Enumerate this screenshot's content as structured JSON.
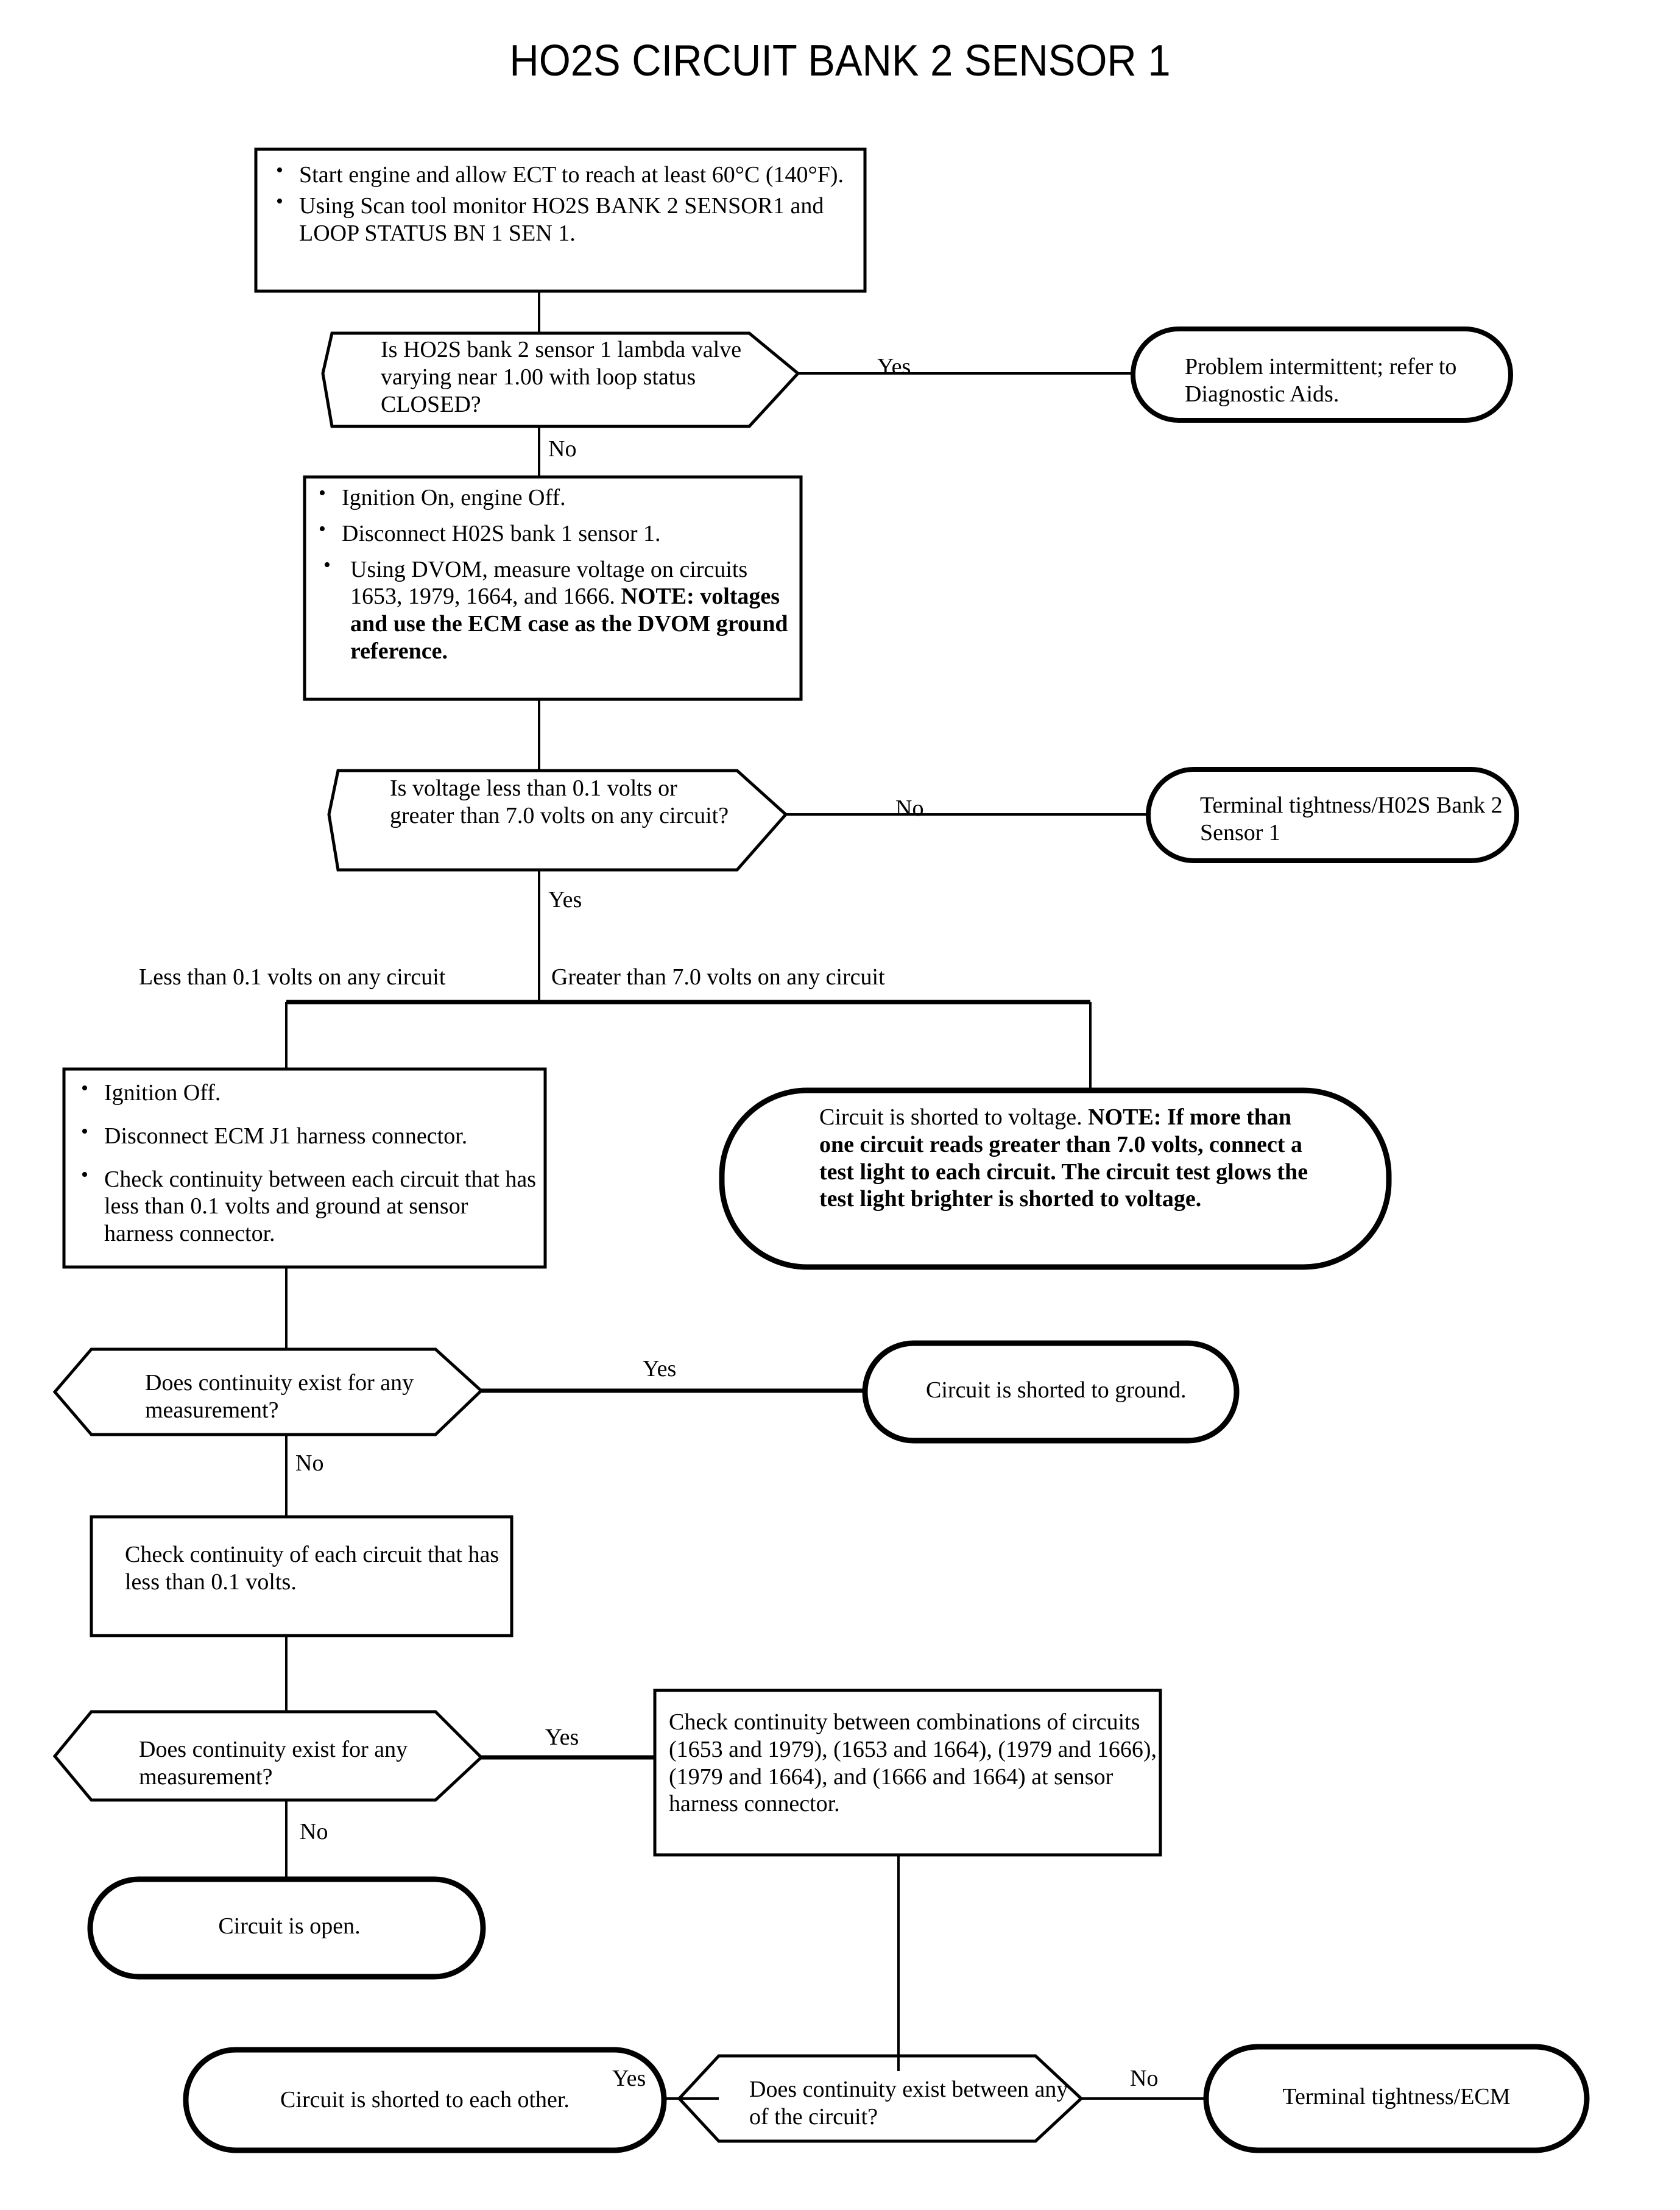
{
  "title": "HO2S CIRCUIT BANK 2 SENSOR 1",
  "nodes": {
    "start_box": {
      "type": "process",
      "bullets": [
        "Start engine and allow ECT to reach at least 60°C (140°F).",
        "Using Scan tool monitor HO2S BANK 2 SENSOR1 and  LOOP STATUS BN 1 SEN 1."
      ],
      "lines": [
        "Start engine and allow ECT to reach at least",
        "60°C (140°F).",
        "Using Scan tool monitor HO2S BANK 2 SENSOR1",
        "and  LOOP STATUS BN 1 SEN 1."
      ]
    },
    "q1": {
      "type": "decision",
      "text": "Is HO2S bank 2 sensor 1 lambda valve varying near 1.00 with loop status CLOSED?",
      "lines": [
        "Is HO2S bank 2 sensor 1 lambda",
        "valve varying near 1.00 with",
        "loop status CLOSED?"
      ]
    },
    "intermittent": {
      "type": "terminator",
      "text": "Problem intermittent; refer to Diagnostic Aids.",
      "lines": [
        "Problem intermittent;",
        "refer to Diagnostic Aids."
      ]
    },
    "step2_box": {
      "type": "process",
      "bullets": [
        "Ignition On, engine Off.",
        "Disconnect H02S bank 1 sensor 1.",
        "Using DVOM, measure voltage on circuits 1653, 1979, 1664, and 1666. NOTE: voltages and use the ECM case as the DVOM ground reference."
      ],
      "lines_plain": [
        "Using DVOM, measure voltage on",
        "circuits 1653, 1979, 1664, and 1666."
      ],
      "lines_bold": [
        "NOTE: voltages and use the ECM case",
        "as the DVOM ground reference."
      ]
    },
    "q2": {
      "type": "decision",
      "text": "Is voltage less than 0.1 volts or greater than 7.0 volts on any circuit?",
      "lines": [
        "Is voltage less than 0.1 volts",
        "or greater than 7.0 volts on any",
        "circuit?"
      ]
    },
    "terminal_h02s": {
      "type": "terminator",
      "text": "Terminal tightness/H02S Bank 2 Sensor 1",
      "lines": [
        "Terminal tightness/H02S",
        "Bank 2 Sensor 1"
      ]
    },
    "ignition_off_box": {
      "type": "process",
      "bullets": [
        "Ignition Off.",
        "Disconnect ECM J1 harness connector.",
        "Check continuity between each circuit that has less than 0.1 volts and ground at sensor harness connector."
      ],
      "lines_b3": [
        "Check continuity between each circuit",
        "that has less than 0.1 volts and ground",
        "at sensor harness connector."
      ]
    },
    "shorted_voltage": {
      "type": "terminator",
      "text": "Circuit is shorted to voltage. NOTE: If more than one circuit reads greater than 7.0 volts, connect a test light to each circuit.  The circuit test glows the test light brighter is shorted to voltage.",
      "lead_plain": "Circuit is shorted to voltage. ",
      "lines_bold": [
        "NOTE: If more",
        "than one circuit reads greater than 7.0 volts,",
        "connect a test light to each circuit.  The circuit",
        "test glows the test light brighter is shorted to",
        "voltage."
      ]
    },
    "q3": {
      "type": "decision",
      "text": "Does continuity exist for any measurement?",
      "lines": [
        "Does continuity exist for any",
        "measurement?"
      ]
    },
    "shorted_ground": {
      "type": "terminator",
      "text": "Circuit is shorted to ground."
    },
    "check_cont_box": {
      "type": "process",
      "text": "Check continuity of each circuit that has less than 0.1 volts.",
      "lines": [
        "Check continuity of each circuit",
        "that has less than 0.1 volts."
      ]
    },
    "q4": {
      "type": "decision",
      "text": "Does continuity exist for any measurement?",
      "lines": [
        "Does continuity exist for any",
        "measurement?"
      ]
    },
    "combinations_box": {
      "type": "process",
      "text": "Check continuity between combinations of circuits (1653 and 1979), (1653 and 1664), (1979 and 1666), (1979 and 1664), and (1666 and 1664) at sensor harness connector.",
      "lines": [
        "Check continuity between combinations",
        "of circuits (1653 and 1979), (1653 and 1664),",
        "(1979 and 1666), (1979 and 1664), and (1666",
        "and 1664) at sensor harness connector."
      ]
    },
    "circuit_open": {
      "type": "terminator",
      "text": "Circuit is open."
    },
    "shorted_each_other": {
      "type": "terminator",
      "text": "Circuit is shorted to each other."
    },
    "q5": {
      "type": "decision",
      "text": "Does continuity exist between any of the circuit?",
      "lines": [
        "Does continuity exist between",
        "any of the circuit?"
      ]
    },
    "terminal_ecm": {
      "type": "terminator",
      "text": "Terminal tightness/ECM"
    }
  },
  "edge_labels": {
    "q1_yes": "Yes",
    "q1_no": "No",
    "q2_no": "No",
    "q2_yes": "Yes",
    "branch_less": "Less than 0.1 volts on any circuit",
    "branch_greater": "Greater than 7.0 volts on any circuit",
    "q3_yes": "Yes",
    "q3_no": "No",
    "q4_yes": "Yes",
    "q4_no": "No",
    "q5_yes": "Yes",
    "q5_no": "No"
  },
  "colors": {
    "ink": "#000000",
    "paper": "#ffffff"
  }
}
